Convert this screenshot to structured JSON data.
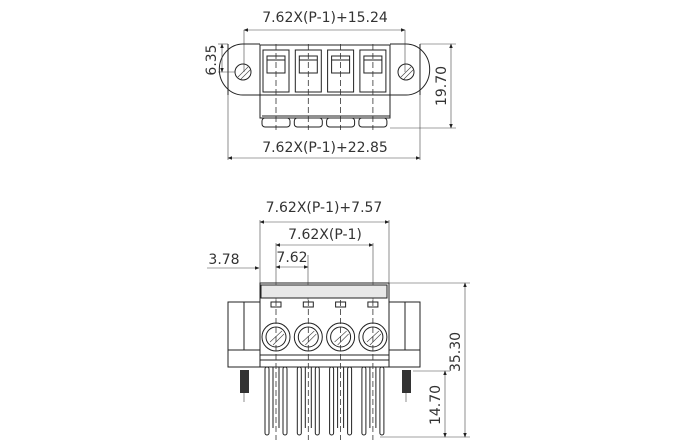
{
  "top_view": {
    "dim_top": "7.62X(P-1)+15.24",
    "dim_bottom": "7.62X(P-1)+22.85",
    "dim_left": "6.35",
    "dim_right": "19.70"
  },
  "front_view": {
    "dim_overall": "7.62X(P-1)+7.57",
    "dim_pitch_total": "7.62X(P-1)",
    "dim_offset": "3.78",
    "dim_pitch": "7.62",
    "dim_height": "35.30",
    "dim_pin": "14.70"
  },
  "terminal_count": 4
}
